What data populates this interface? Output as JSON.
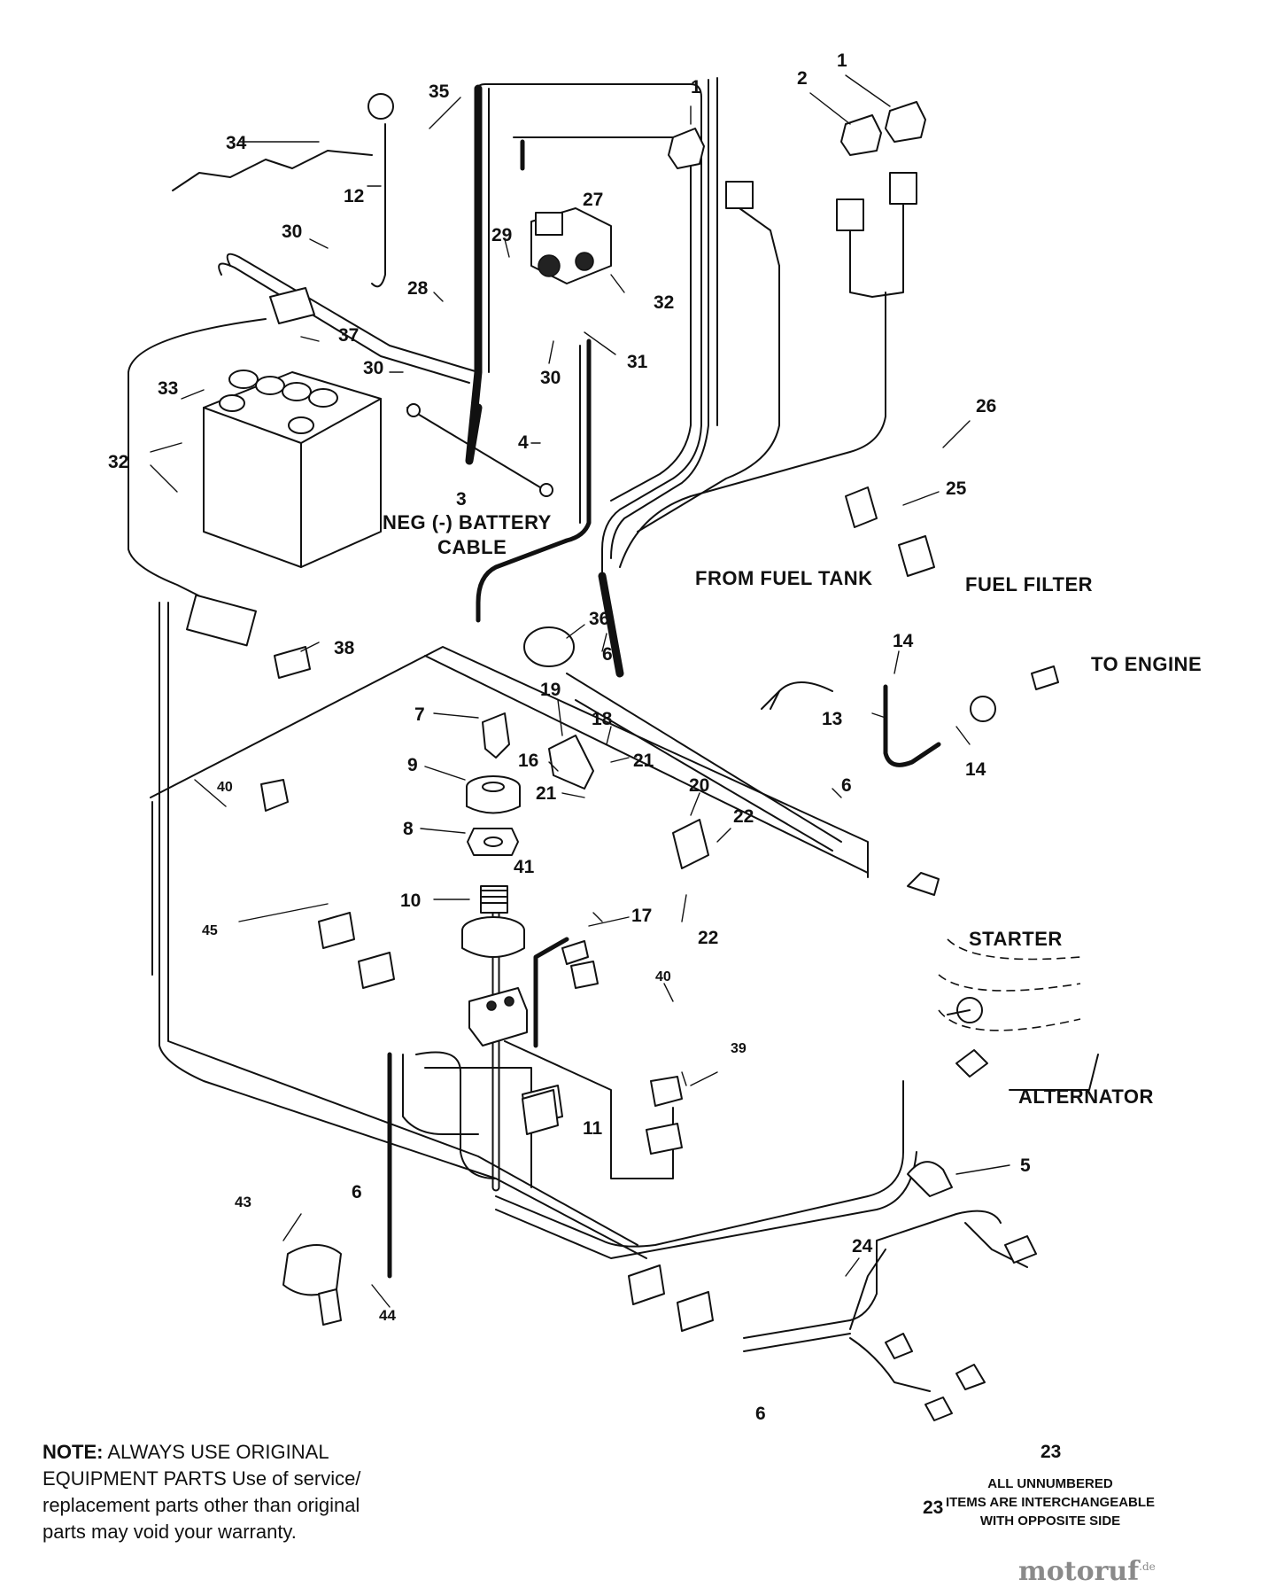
{
  "callouts": {
    "c1a": "1",
    "c1b": "1",
    "c2": "2",
    "c3": "3",
    "c4": "4",
    "c5": "5",
    "c6a": "6",
    "c6b": "6",
    "c6c": "6",
    "c6d": "6",
    "c7": "7",
    "c8": "8",
    "c9": "9",
    "c10": "10",
    "c11": "11",
    "c12": "12",
    "c13": "13",
    "c14a": "14",
    "c14b": "14",
    "c16": "16",
    "c17": "17",
    "c18": "18",
    "c19": "19",
    "c20": "20",
    "c21a": "21",
    "c21b": "21",
    "c22a": "22",
    "c22b": "22",
    "c23a": "23",
    "c23b": "23",
    "c24": "24",
    "c25": "25",
    "c26": "26",
    "c27": "27",
    "c28": "28",
    "c29": "29",
    "c30a": "30",
    "c30b": "30",
    "c30c": "30",
    "c31": "31",
    "c32a": "32",
    "c32b": "32",
    "c33": "33",
    "c34": "34",
    "c35": "35",
    "c36": "36",
    "c37": "37",
    "c38": "38",
    "c39": "39",
    "c40a": "40",
    "c40b": "40",
    "c41": "41",
    "c43": "43",
    "c44": "44",
    "c45": "45"
  },
  "labels": {
    "neg_battery_1": "NEG (-) BATTERY",
    "neg_battery_2": "CABLE",
    "from_fuel_tank": "FROM FUEL TANK",
    "fuel_filter": "FUEL FILTER",
    "to_engine": "TO ENGINE",
    "starter": "STARTER",
    "alternator": "ALTERNATOR"
  },
  "note": {
    "heading": "NOTE:",
    "line1": "ALWAYS USE ORIGINAL",
    "line2": "EQUIPMENT PARTS Use of service/",
    "line3": "replacement parts other than original",
    "line4": "parts may void your warranty."
  },
  "side_note": {
    "line1": "ALL UNNUMBERED",
    "line2": "ITEMS ARE INTERCHANGEABLE",
    "line3": "WITH OPPOSITE SIDE"
  },
  "watermark": {
    "text": "motoruf",
    "suffix": ".de"
  }
}
